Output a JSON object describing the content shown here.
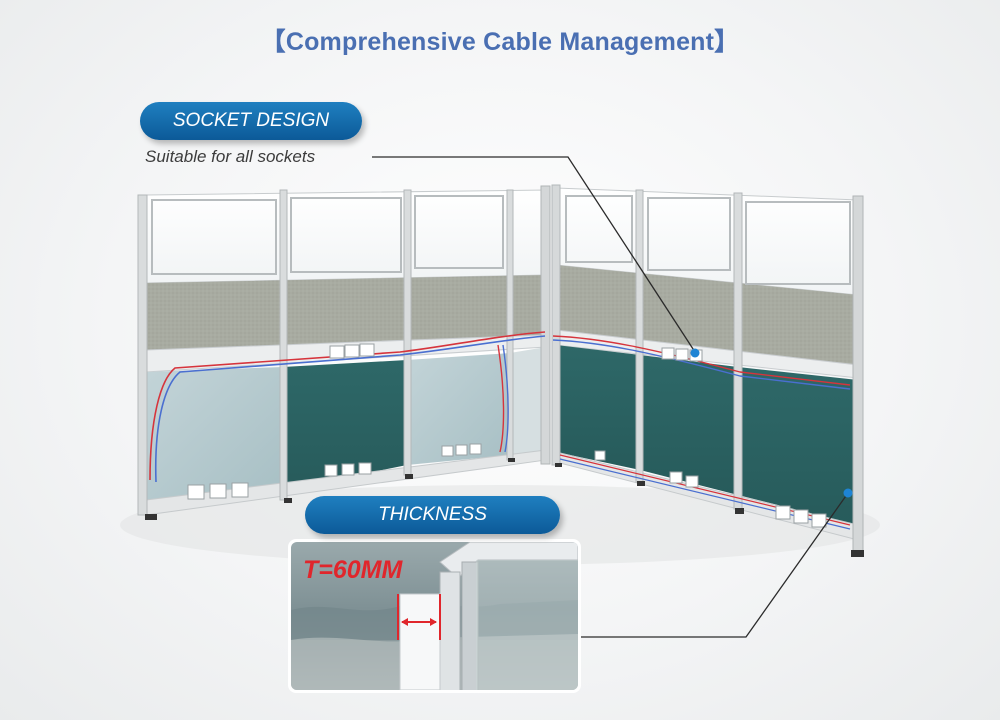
{
  "title": "【Comprehensive Cable Management】",
  "socket": {
    "label": "SOCKET DESIGN",
    "caption": "Suitable for all sockets"
  },
  "thickness": {
    "label": "THICKNESS",
    "value": "T=60MM"
  },
  "colors": {
    "title": "#4a6fb2",
    "pill": "#0c5a98",
    "fabric_gray": "#a9aca2",
    "fabric_teal": "#2f6766",
    "glass_light": "#b5c8cc",
    "cable_red": "#d6343c",
    "cable_blue": "#4a6fd0",
    "measure": "#e0262c"
  },
  "icons": [
    "callout-dot-icon",
    "power-outlet-icon",
    "measure-arrow-icon"
  ]
}
